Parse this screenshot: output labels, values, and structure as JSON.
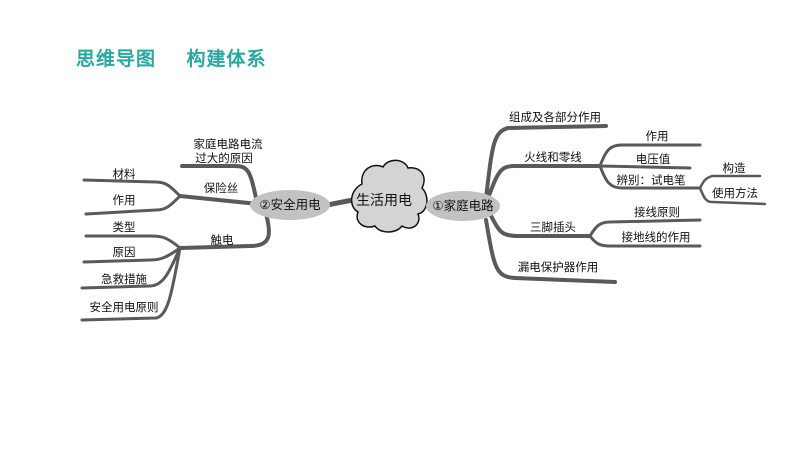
{
  "header": {
    "title": "思维导图    构建体系"
  },
  "center": {
    "label": "生活用电"
  },
  "right_hub": {
    "label": "①家庭电路",
    "branches": {
      "components": "组成及各部分作用",
      "live_neutral": "火线和零线",
      "live_sub": {
        "function": "作用",
        "voltage": "电压值",
        "identify": "辨别：试电笔",
        "pen_structure": "构造",
        "pen_usage": "使用方法"
      },
      "plug": "三脚插头",
      "plug_sub": {
        "wiring": "接线原则",
        "ground_function": "接地线的作用"
      },
      "leakage": "漏电保护器作用"
    }
  },
  "left_hub": {
    "label": "②安全用电",
    "branches": {
      "overcurrent_line1": "家庭电路电流",
      "overcurrent_line2": "过大的原因",
      "fuse": "保险丝",
      "fuse_sub": {
        "material": "材料",
        "function": "作用"
      },
      "shock": "触电",
      "shock_sub": {
        "type": "类型",
        "cause": "原因"
      },
      "first_aid": "急救措施",
      "safety_rules": "安全用电原则"
    }
  },
  "colors": {
    "title": "#2aa8a0",
    "hub_fill": "#c2c2c2",
    "cloud_fill": "#d4d4d4",
    "branch": "#5a5a5a",
    "outline": "#111111"
  }
}
